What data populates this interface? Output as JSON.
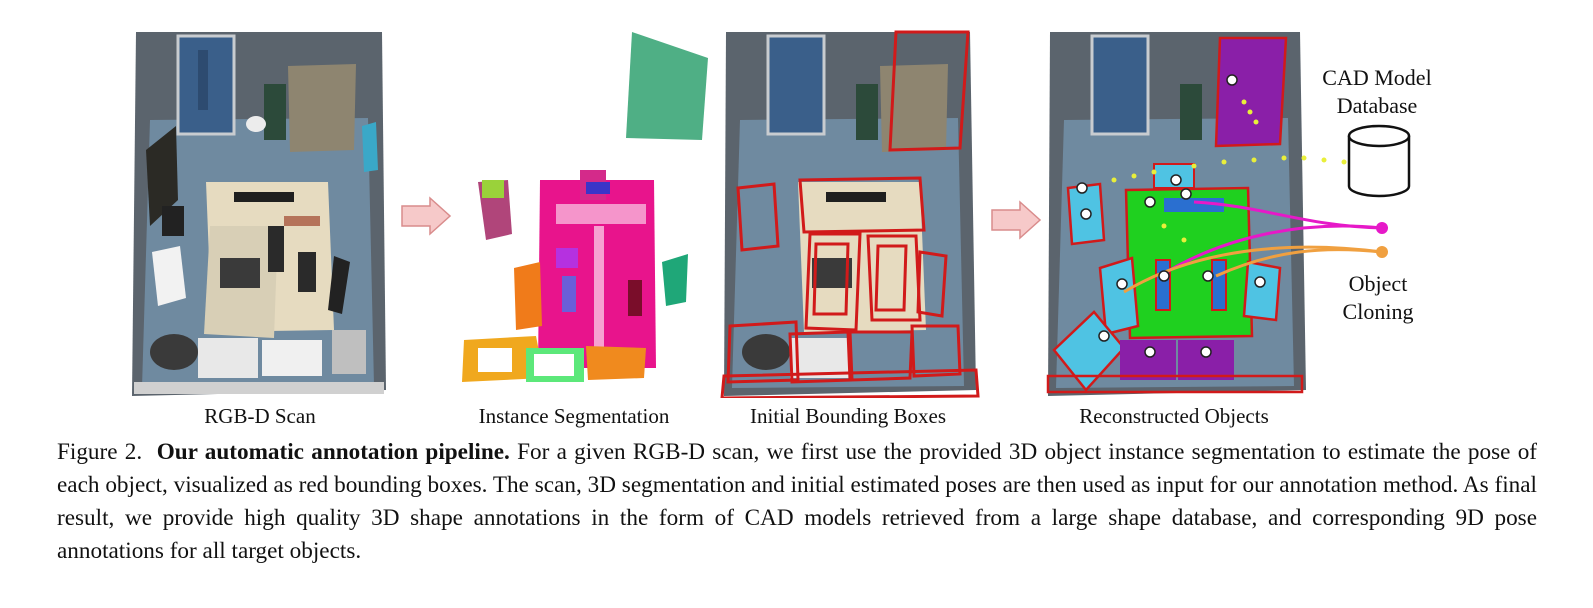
{
  "panels": [
    {
      "label": "RGB-D Scan"
    },
    {
      "label": "Instance Segmentation"
    },
    {
      "label": "Initial Bounding Boxes"
    },
    {
      "label": "Reconstructed Objects"
    }
  ],
  "side_labels": {
    "cad_line1": "CAD Model",
    "cad_line2": "Database",
    "clone_line1": "Object",
    "clone_line2": "Cloning"
  },
  "caption": {
    "figure_num": "Figure 2.",
    "title": "Our automatic annotation pipeline.",
    "body": "For a given RGB-D scan, we first use the provided 3D object instance segmentation to estimate the pose of each object, visualized as red bounding boxes. The scan, 3D segmentation and initial estimated poses are then used as input for our annotation method. As final result, we provide high quality 3D shape annotations in the form of CAD models retrieved from a large shape database, and corresponding 9D pose annotations for all target objects."
  },
  "colors": {
    "arrow_fill": "#f6c9c9",
    "arrow_stroke": "#d98c8c",
    "box_red": "#d11a1a",
    "magenta": "#e619c8",
    "orange": "#f0a040",
    "yellow_dots": "#e9ef3a",
    "green": "#1fd01f",
    "cyan": "#4fc3e3",
    "purple": "#8a1fa8"
  }
}
